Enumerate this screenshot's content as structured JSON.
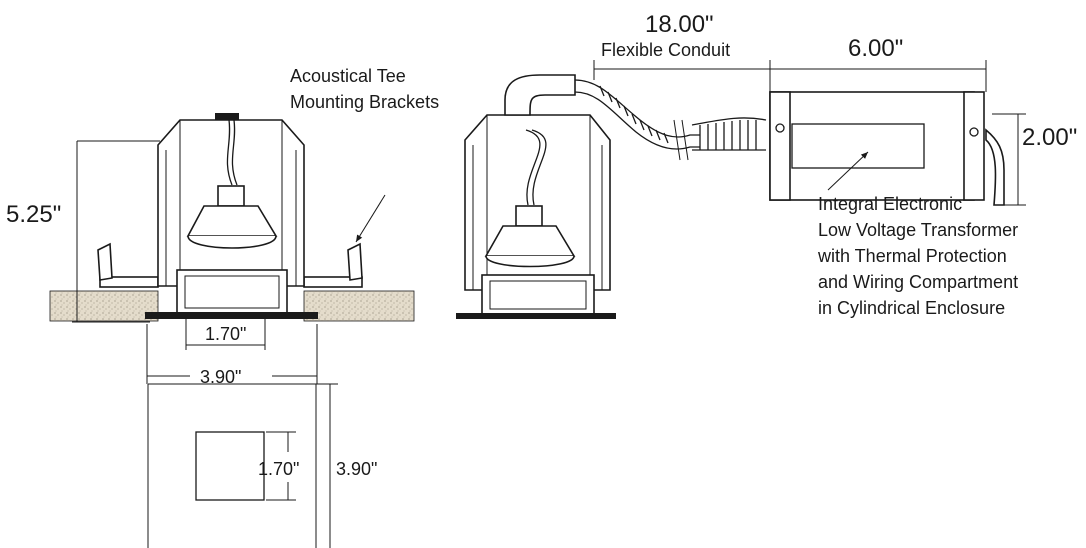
{
  "dimensions": {
    "conduit_length": "18.00\"",
    "transformer_length": "6.00\"",
    "transformer_height": "2.00\"",
    "housing_height": "5.25\"",
    "aperture_width": "1.70\"",
    "trim_width": "3.90\"",
    "trim_square_side": "1.70\"",
    "trim_height": "3.90\""
  },
  "labels": {
    "flexible_conduit": "Flexible Conduit",
    "bracket_line1": "Acoustical Tee",
    "bracket_line2": "Mounting Brackets",
    "transformer_line1": "Integral Electronic",
    "transformer_line2": "Low Voltage Transformer",
    "transformer_line3": "with Thermal Protection",
    "transformer_line4": "and Wiring Compartment",
    "transformer_line5": "in Cylindrical Enclosure"
  },
  "colors": {
    "line": "#1a1a1a",
    "ceiling_fill": "#e4dccb",
    "background": "#ffffff"
  }
}
